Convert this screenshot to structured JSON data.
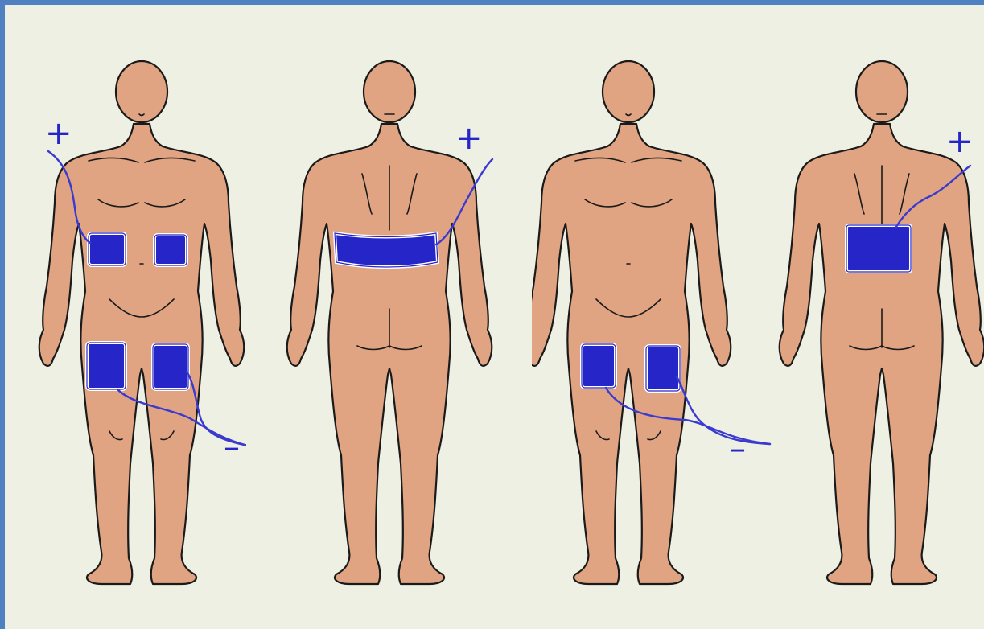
{
  "colors": {
    "background": "#eff0e4",
    "border": "#4f80c1",
    "skin": "#e1a482",
    "outline": "#1a1a1a",
    "electrode": "#2626c8",
    "electrode_rim": "#ffffff",
    "wire": "#3a3ad0"
  },
  "figures": [
    {
      "view": "front",
      "placement": "abdomen-and-thighs",
      "plus_label": "+",
      "minus_label": "–"
    },
    {
      "view": "back",
      "placement": "lumbar-belt",
      "plus_label": "+"
    },
    {
      "view": "front",
      "placement": "thighs",
      "minus_label": "–"
    },
    {
      "view": "back",
      "placement": "lumbar-pad",
      "plus_label": "+"
    }
  ]
}
